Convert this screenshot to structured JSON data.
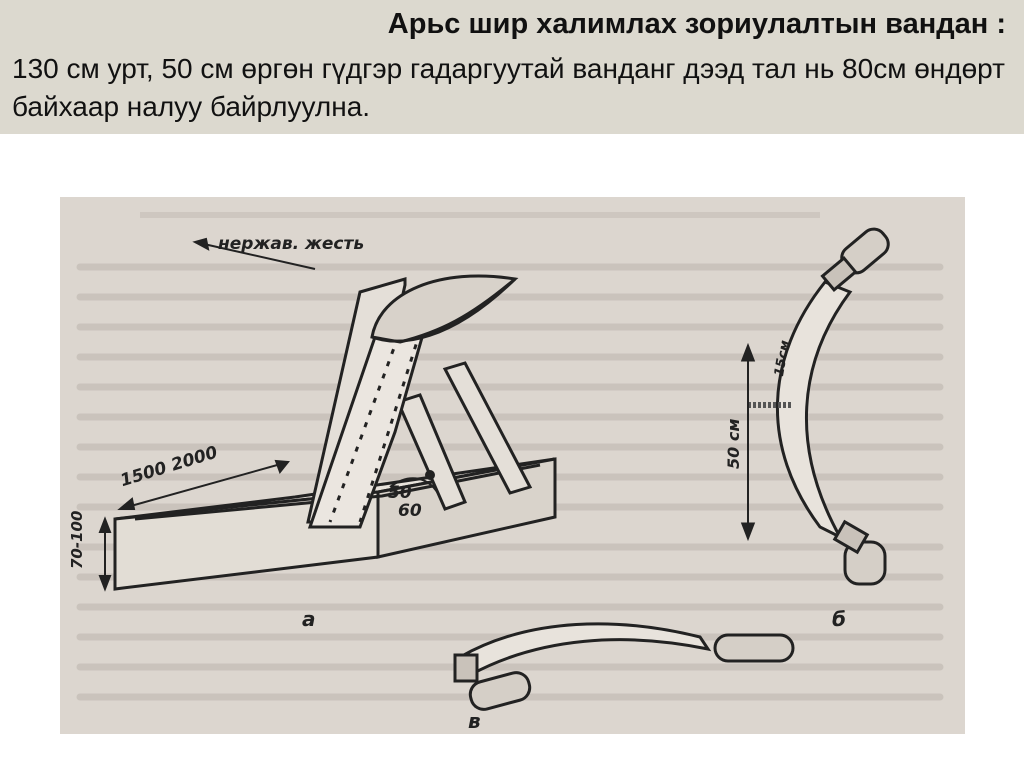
{
  "slide": {
    "title": "Арьс шир халимлах зориулалтын вандан :",
    "body": "130 см урт, 50 см өргөн гүдгэр гадаргуутай ванданг дээд тал нь 80см өндөрт байхаар налуу байрлуулна."
  },
  "figure": {
    "labels": {
      "material": "нержав. жесть",
      "length": "1500 2000",
      "height": "70-100",
      "angle_a": "50",
      "angle_b": "60",
      "tool_length": "50 см",
      "handle_length": "15см",
      "label_a": "а",
      "label_b": "б",
      "label_v": "в"
    }
  }
}
